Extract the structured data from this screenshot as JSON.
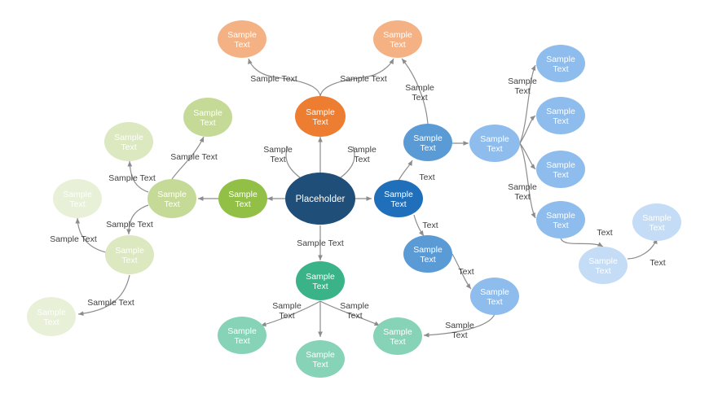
{
  "colors": {
    "center": "#1f4e79",
    "orange_dark": "#ed7d31",
    "orange_light": "#f4b183",
    "green_dark": "#92c047",
    "green_mid": "#c5da96",
    "green_light": "#dbe8c0",
    "green_pale": "#e8f0d8",
    "teal_dark": "#3ab389",
    "teal_light": "#86d3b7",
    "blue_dark": "#1f6fba",
    "blue_mid": "#5b9bd5",
    "blue_light": "#8ebcec",
    "blue_pale": "#c4dcf5",
    "edge": "#8c8c8c"
  },
  "nodes": [
    {
      "id": "center",
      "lines": [
        "Placeholder"
      ],
      "color": "center"
    },
    {
      "id": "orange-main",
      "lines": [
        "Sample",
        "Text"
      ],
      "color": "orange_dark"
    },
    {
      "id": "orange-left",
      "lines": [
        "Sample",
        "Text"
      ],
      "color": "orange_light"
    },
    {
      "id": "orange-right",
      "lines": [
        "Sample",
        "Text"
      ],
      "color": "orange_light"
    },
    {
      "id": "green-main",
      "lines": [
        "Sample",
        "Text"
      ],
      "color": "green_dark"
    },
    {
      "id": "green-hub",
      "lines": [
        "Sample",
        "Text"
      ],
      "color": "green_mid"
    },
    {
      "id": "green-top",
      "lines": [
        "Sample",
        "Text"
      ],
      "color": "green_mid"
    },
    {
      "id": "green-upper-left",
      "lines": [
        "Sample",
        "Text"
      ],
      "color": "green_light"
    },
    {
      "id": "green-lower-hub",
      "lines": [
        "Sample",
        "Text"
      ],
      "color": "green_light"
    },
    {
      "id": "green-far-left",
      "lines": [
        "Sample",
        "Text"
      ],
      "color": "green_pale"
    },
    {
      "id": "green-bottom-left",
      "lines": [
        "Sample",
        "Text"
      ],
      "color": "green_pale"
    },
    {
      "id": "teal-main",
      "lines": [
        "Sample",
        "Text"
      ],
      "color": "teal_dark"
    },
    {
      "id": "teal-left",
      "lines": [
        "Sample",
        "Text"
      ],
      "color": "teal_light"
    },
    {
      "id": "teal-bottom",
      "lines": [
        "Sample",
        "Text"
      ],
      "color": "teal_light"
    },
    {
      "id": "teal-right",
      "lines": [
        "Sample",
        "Text"
      ],
      "color": "teal_light"
    },
    {
      "id": "blue-main",
      "lines": [
        "Sample",
        "Text"
      ],
      "color": "blue_dark"
    },
    {
      "id": "blue-upper",
      "lines": [
        "Sample",
        "Text"
      ],
      "color": "blue_mid"
    },
    {
      "id": "blue-lower",
      "lines": [
        "Sample",
        "Text"
      ],
      "color": "blue_mid"
    },
    {
      "id": "blue-hub",
      "lines": [
        "Sample",
        "Text"
      ],
      "color": "blue_light"
    },
    {
      "id": "blue-hub-1",
      "lines": [
        "Sample",
        "Text"
      ],
      "color": "blue_light"
    },
    {
      "id": "blue-hub-2",
      "lines": [
        "Sample",
        "Text"
      ],
      "color": "blue_light"
    },
    {
      "id": "blue-hub-3",
      "lines": [
        "Sample",
        "Text"
      ],
      "color": "blue_light"
    },
    {
      "id": "blue-hub-4",
      "lines": [
        "Sample",
        "Text"
      ],
      "color": "blue_light"
    },
    {
      "id": "blue-chain",
      "lines": [
        "Sample",
        "Text"
      ],
      "color": "blue_light"
    },
    {
      "id": "blue-pale-1",
      "lines": [
        "Sample",
        "Text"
      ],
      "color": "blue_pale"
    },
    {
      "id": "blue-pale-2",
      "lines": [
        "Sample",
        "Text"
      ],
      "color": "blue_pale"
    }
  ],
  "edge_labels": [
    {
      "id": "lbl-orange-left",
      "lines": [
        "Sample Text"
      ]
    },
    {
      "id": "lbl-orange-right",
      "lines": [
        "Sample Text"
      ]
    },
    {
      "id": "lbl-center-orange",
      "lines": [
        "Sample",
        "Text"
      ]
    },
    {
      "id": "lbl-center-blue",
      "lines": [
        "Sample",
        "Text"
      ]
    },
    {
      "id": "lbl-green-top",
      "lines": [
        "Sample Text"
      ]
    },
    {
      "id": "lbl-green-upper-left",
      "lines": [
        "Sample Text"
      ]
    },
    {
      "id": "lbl-green-lower-hub",
      "lines": [
        "Sample Text"
      ]
    },
    {
      "id": "lbl-green-far-left",
      "lines": [
        "Sample Text"
      ]
    },
    {
      "id": "lbl-green-bottom-left",
      "lines": [
        "Sample Text"
      ]
    },
    {
      "id": "lbl-center-teal",
      "lines": [
        "Sample Text"
      ]
    },
    {
      "id": "lbl-teal-left",
      "lines": [
        "Sample",
        "Text"
      ]
    },
    {
      "id": "lbl-teal-right",
      "lines": [
        "Sample",
        "Text"
      ]
    },
    {
      "id": "lbl-blue-upper",
      "lines": [
        "Text"
      ]
    },
    {
      "id": "lbl-blue-lower",
      "lines": [
        "Text"
      ]
    },
    {
      "id": "lbl-orange-right-up",
      "lines": [
        "Sample",
        "Text"
      ]
    },
    {
      "id": "lbl-blue-hub-top",
      "lines": [
        "Sample",
        "Text"
      ]
    },
    {
      "id": "lbl-blue-hub-bottom",
      "lines": [
        "Sample",
        "Text"
      ]
    },
    {
      "id": "lbl-blue-lower-chain",
      "lines": [
        "Text"
      ]
    },
    {
      "id": "lbl-chain-teal",
      "lines": [
        "Sample",
        "Text"
      ]
    },
    {
      "id": "lbl-pale-1",
      "lines": [
        "Text"
      ]
    },
    {
      "id": "lbl-pale-2",
      "lines": [
        "Text"
      ]
    }
  ]
}
